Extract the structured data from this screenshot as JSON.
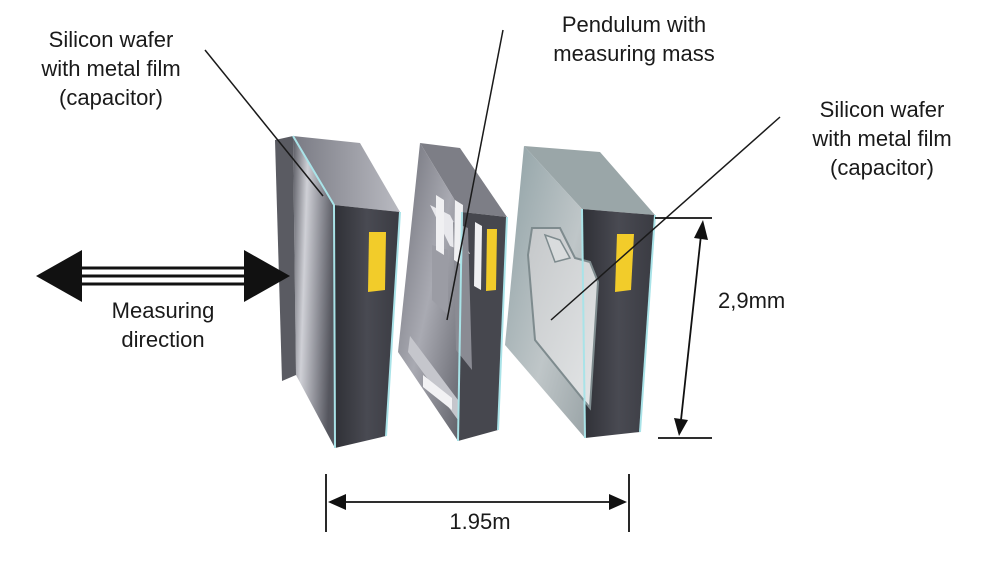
{
  "labels": {
    "left_wafer": [
      "Silicon wafer",
      "with metal film",
      "(capacitor)"
    ],
    "pendulum": [
      "Pendulum with",
      "measuring mass"
    ],
    "right_wafer": [
      "Silicon wafer",
      "with metal film",
      "(capacitor)"
    ],
    "direction": [
      "Measuring",
      "direction"
    ],
    "height": "2,9mm",
    "width": "1.95m"
  },
  "colors": {
    "wafer_face_light": "#c9c9cf",
    "wafer_face_dark": "#4e4f57",
    "wafer_side": "#3e3f46",
    "wafer_edge": "#9fe0e6",
    "pad": "#f2cc2a",
    "line": "#1a1a1a"
  }
}
